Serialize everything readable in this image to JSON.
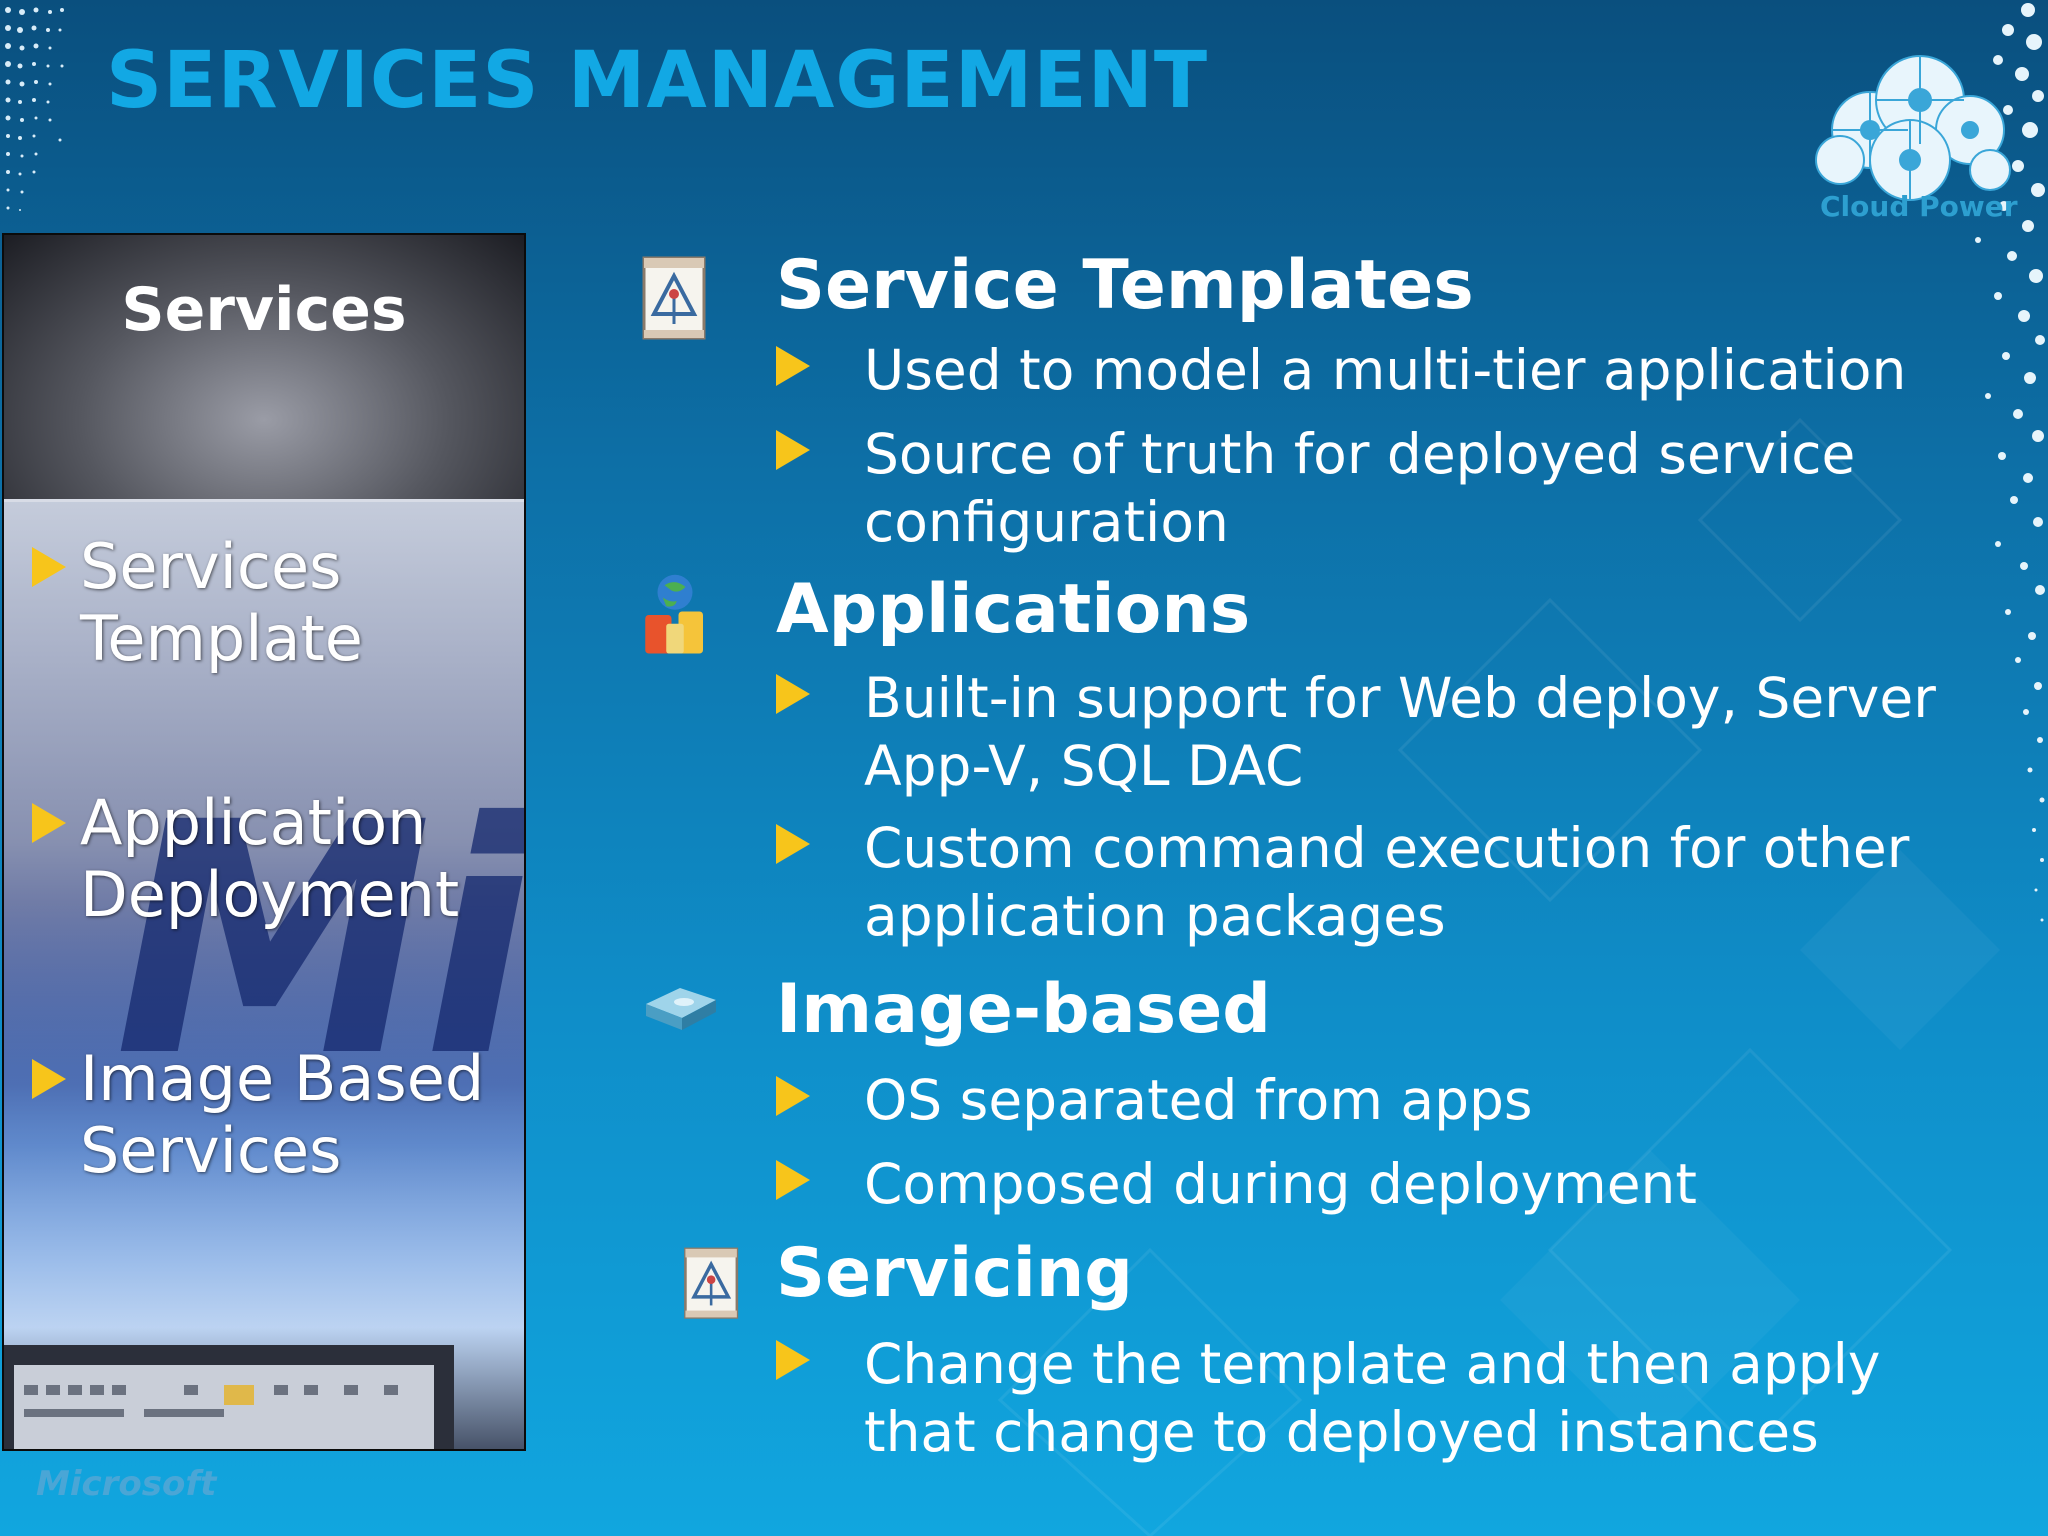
{
  "slide": {
    "title": "SERVICES MANAGEMENT",
    "logo_caption": "Cloud Power",
    "footer_brand": "Microsoft"
  },
  "side_panel": {
    "header": "Services",
    "items": [
      {
        "label": "Services Template"
      },
      {
        "label": "Application Deployment"
      },
      {
        "label": "Image Based Services"
      }
    ]
  },
  "sections": [
    {
      "heading": "Service Templates",
      "icon": "template-document-icon",
      "bullets": [
        "Used to model a multi-tier application",
        "Source of truth for deployed service configuration"
      ]
    },
    {
      "heading": "Applications",
      "icon": "applications-globe-icon",
      "bullets": [
        "Built-in support for Web deploy, Server App-V, SQL DAC",
        "Custom command execution for other application packages"
      ]
    },
    {
      "heading": "Image-based",
      "icon": "disk-drive-icon",
      "bullets": [
        "OS separated from apps",
        "Composed during deployment"
      ]
    },
    {
      "heading": "Servicing",
      "icon": "template-document-icon",
      "bullets": [
        "Change the template and then apply that change to deployed instances"
      ]
    }
  ],
  "colors": {
    "title": "#12a8e4",
    "bullet_arrow": "#f7c51b",
    "text": "#ffffff"
  }
}
